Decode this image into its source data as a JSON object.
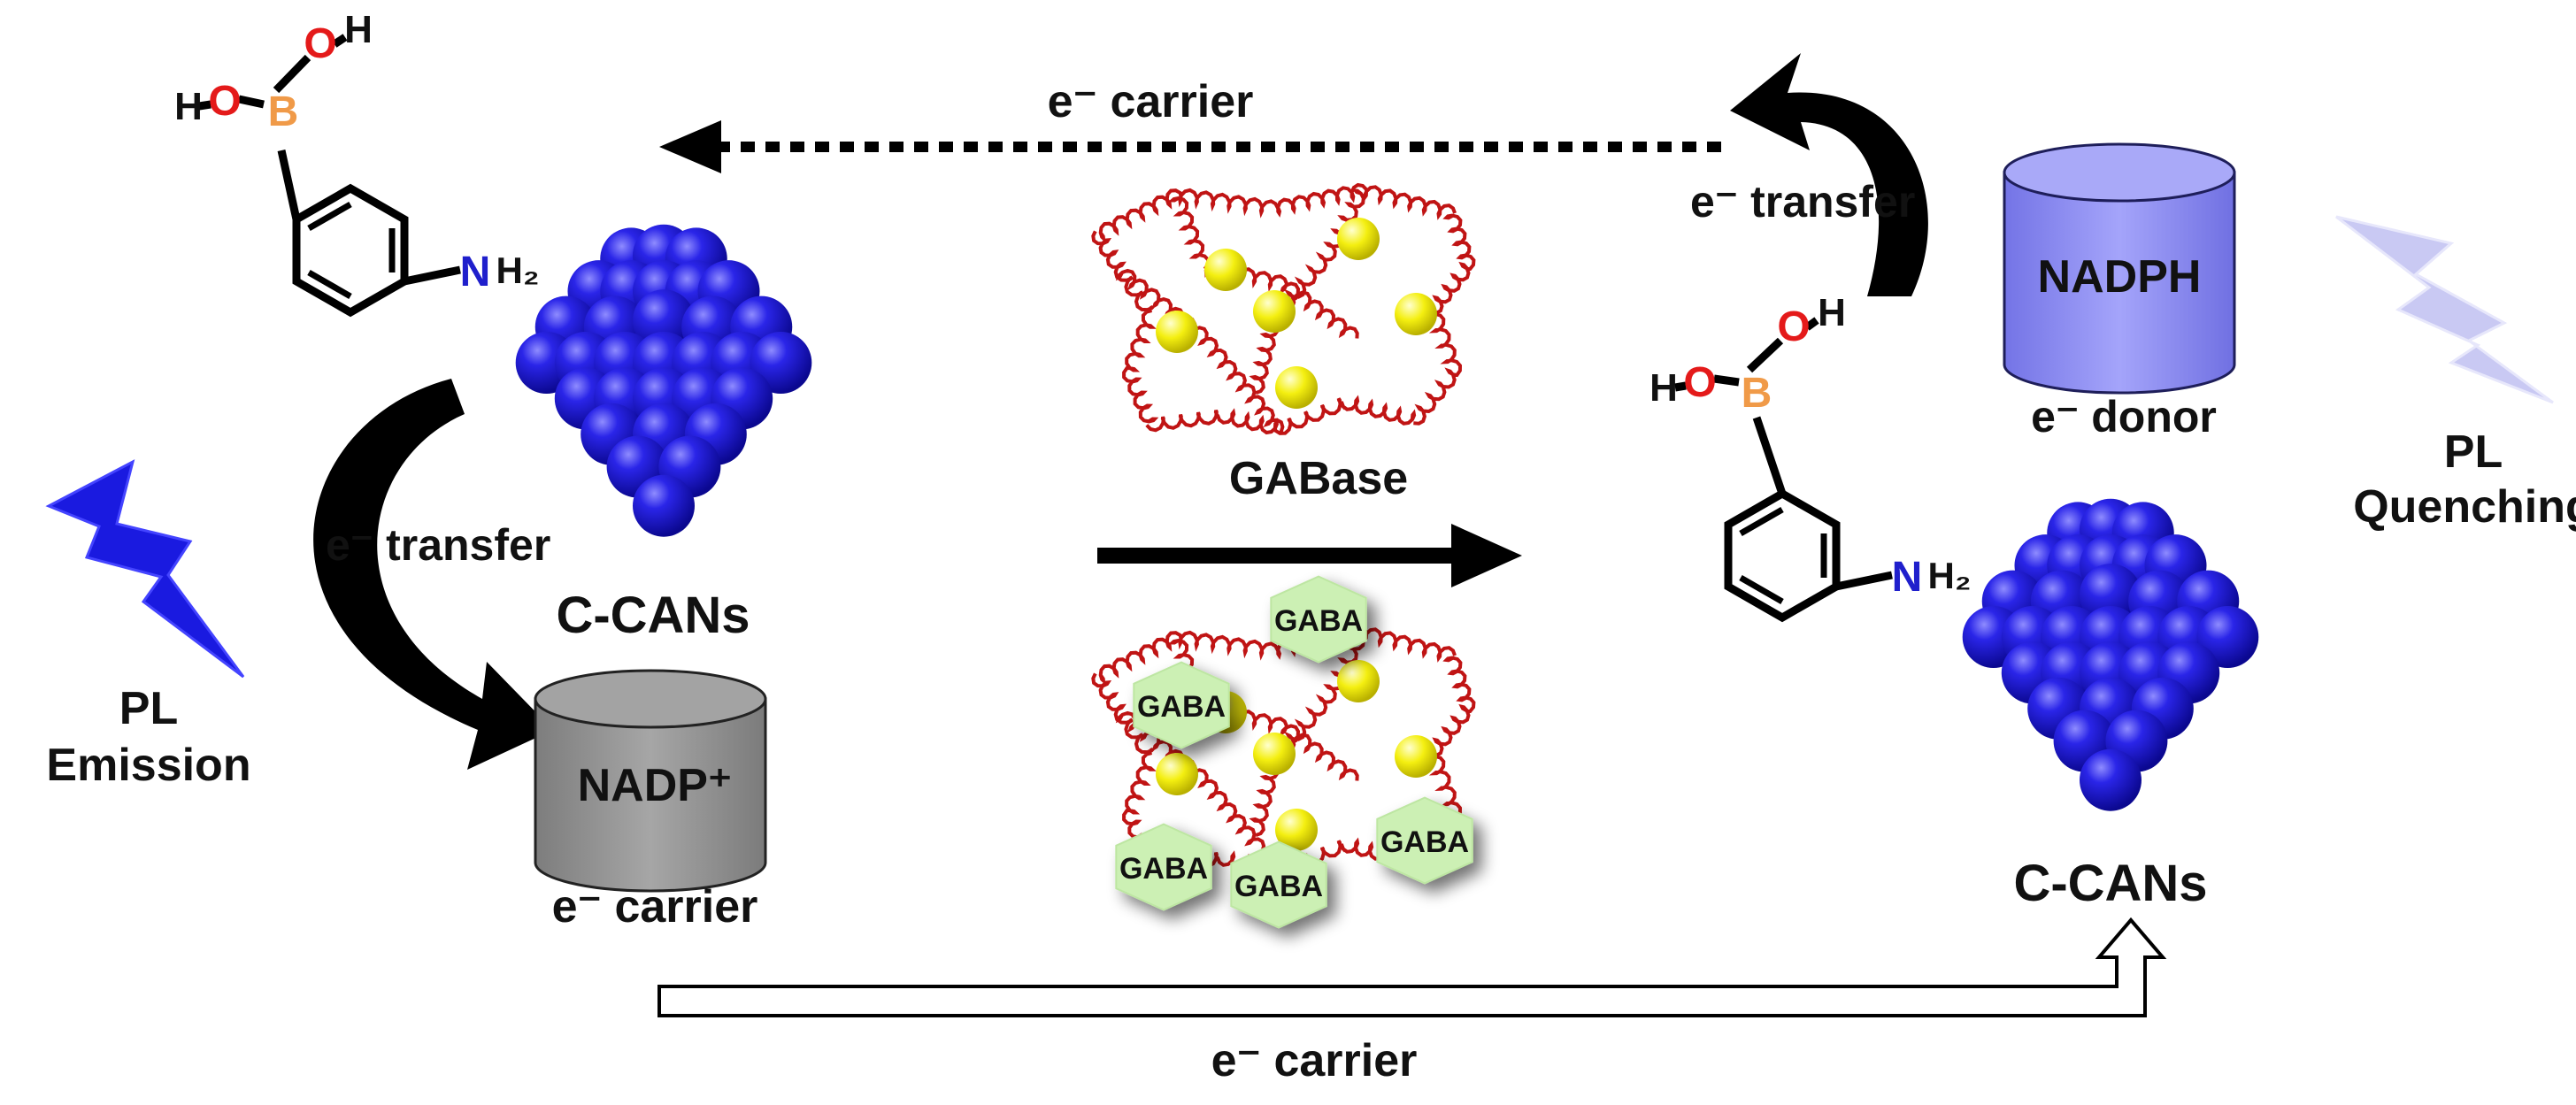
{
  "colors": {
    "sphere": "#1a14d6",
    "protein": "#c01414",
    "ball": "#f2ee12",
    "gaba_fill": "#ccf0b4",
    "oxygen": "#e41a1a",
    "boron": "#f09a48",
    "nitrogen": "#1f1fcc",
    "nadp": "#9e9e9e",
    "nadph": "#8e8ef2",
    "emission": "#1a1ae0",
    "quenching": "#c8c8f4",
    "arrow": "#000000"
  },
  "labels": {
    "top_carrier": "e⁻ carrier",
    "right_transfer": "e⁻ transfer",
    "nadph": "NADPH",
    "donor": "e⁻ donor",
    "pl_quenching": [
      "PL",
      "Quenching"
    ],
    "left_transfer": "e⁻ transfer",
    "ccans_left": "C-CANs",
    "pl_emission": [
      "PL",
      "Emission"
    ],
    "nadp": "NADP⁺",
    "left_carrier": "e⁻ carrier",
    "gabase": "GABase",
    "gaba": "GABA",
    "ccans_right": "C-CANs",
    "bottom_carrier": "e⁻ carrier",
    "atoms": {
      "h": "H",
      "o": "O",
      "b": "B",
      "n": "N",
      "h2": "H₂"
    }
  }
}
